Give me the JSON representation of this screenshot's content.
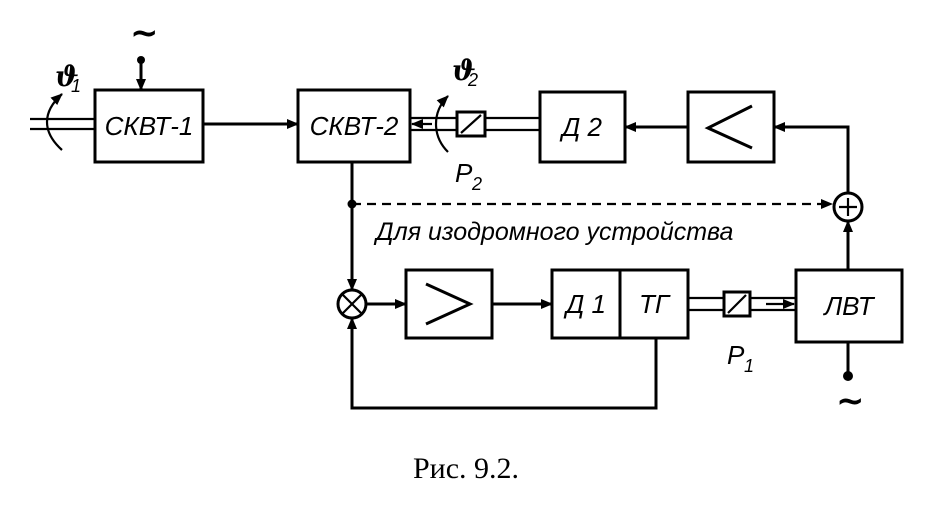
{
  "blocks": {
    "skvt1": "СКВТ-1",
    "skvt2": "СКВТ-2",
    "d2": "Д 2",
    "d1": "Д 1",
    "tg": "ТГ",
    "lvt": "ЛВТ"
  },
  "labels": {
    "theta1": "ϑ",
    "theta1_sub": "1",
    "theta2": "ϑ",
    "theta2_sub": "2",
    "p2": "P",
    "p2_sub": "2",
    "p1": "P",
    "p1_sub": "1",
    "ac_top": "~",
    "ac_bottom": "~",
    "dashed_note": "Для изодромного устройства"
  },
  "caption": "Рис. 9.2."
}
